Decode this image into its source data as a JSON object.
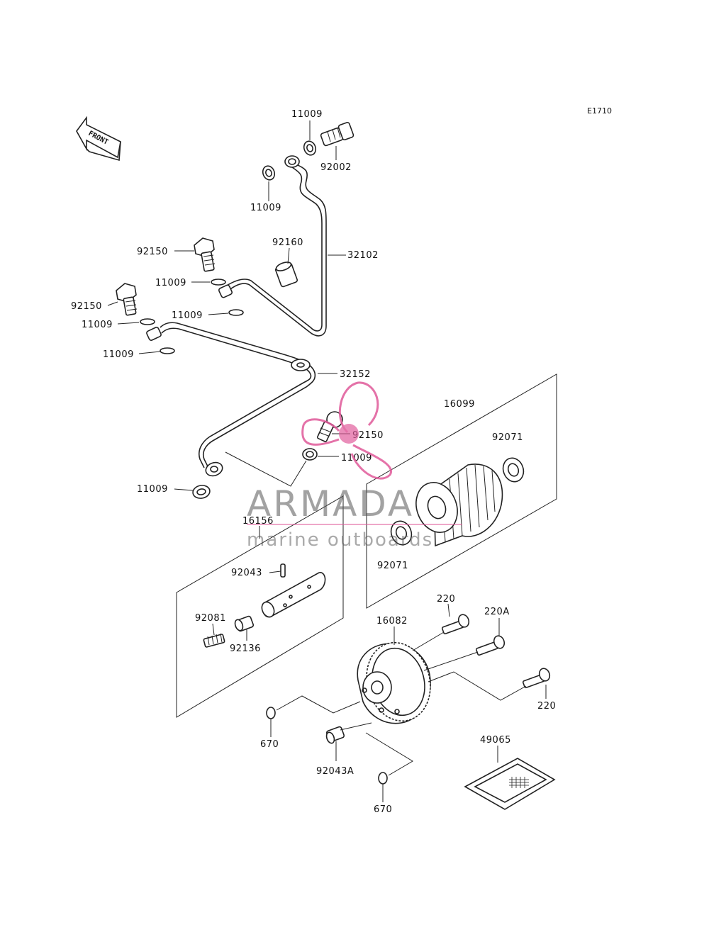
{
  "diagram_code": "E1710",
  "front_label": "FRONT",
  "watermark": {
    "brand": "ARMADA",
    "tagline": "marine outboards",
    "accent_color": "#e05a9a",
    "text_color": "#555555"
  },
  "labels": {
    "p11009_top": "11009",
    "p92002": "92002",
    "p11009_a": "11009",
    "p92160": "92160",
    "p32102": "32102",
    "p92150_a": "92150",
    "p11009_b": "11009",
    "p92150_b": "92150",
    "p11009_c": "11009",
    "p11009_d": "11009",
    "p11009_e": "11009",
    "p32152": "32152",
    "p16099": "16099",
    "p92150_c": "92150",
    "p92071_a": "92071",
    "p11009_f": "11009",
    "p11009_g": "11009",
    "p16156": "16156",
    "p92071_b": "92071",
    "p92043": "92043",
    "p92081": "92081",
    "p92136": "92136",
    "p220_a": "220",
    "p220A": "220A",
    "p16082": "16082",
    "p220_b": "220",
    "p670_a": "670",
    "p49065": "49065",
    "p92043A": "92043A",
    "p670_b": "670"
  }
}
